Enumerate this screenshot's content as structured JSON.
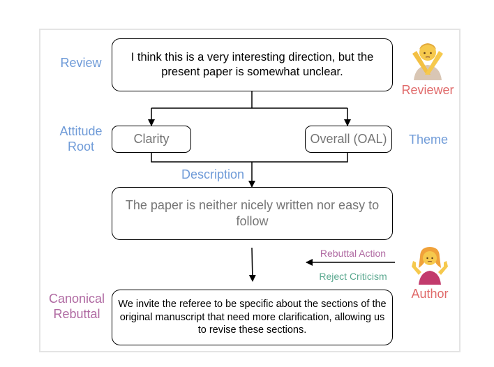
{
  "review": {
    "label": "Review",
    "text": "I think this is a very interesting direction, but the present paper is somewhat unclear."
  },
  "reviewer": {
    "label": "Reviewer",
    "icon": "person-gesturing-no-icon"
  },
  "attitude_root": {
    "label_line1": "Attitude",
    "label_line2": "Root",
    "value": "Clarity"
  },
  "theme": {
    "label": "Theme",
    "value": "Overall (OAL)"
  },
  "description": {
    "label": "Description",
    "text": "The paper is neither nicely written nor easy to follow"
  },
  "rebuttal_action": {
    "label": "Rebuttal Action",
    "value": "Reject Criticism"
  },
  "author": {
    "label": "Author",
    "icon": "person-shrugging-icon"
  },
  "canonical_rebuttal": {
    "label_line1": "Canonical",
    "label_line2": "Rebuttal",
    "text": "We invite the referee to be specific about the sections of the original manuscript that need more clarification, allowing us to revise these sections."
  },
  "colors": {
    "label_blue": "#6f9bd8",
    "role_red": "#e06a6a",
    "action_purple": "#b06aa2",
    "action_teal": "#5aa88f",
    "muted_text": "#757575"
  }
}
